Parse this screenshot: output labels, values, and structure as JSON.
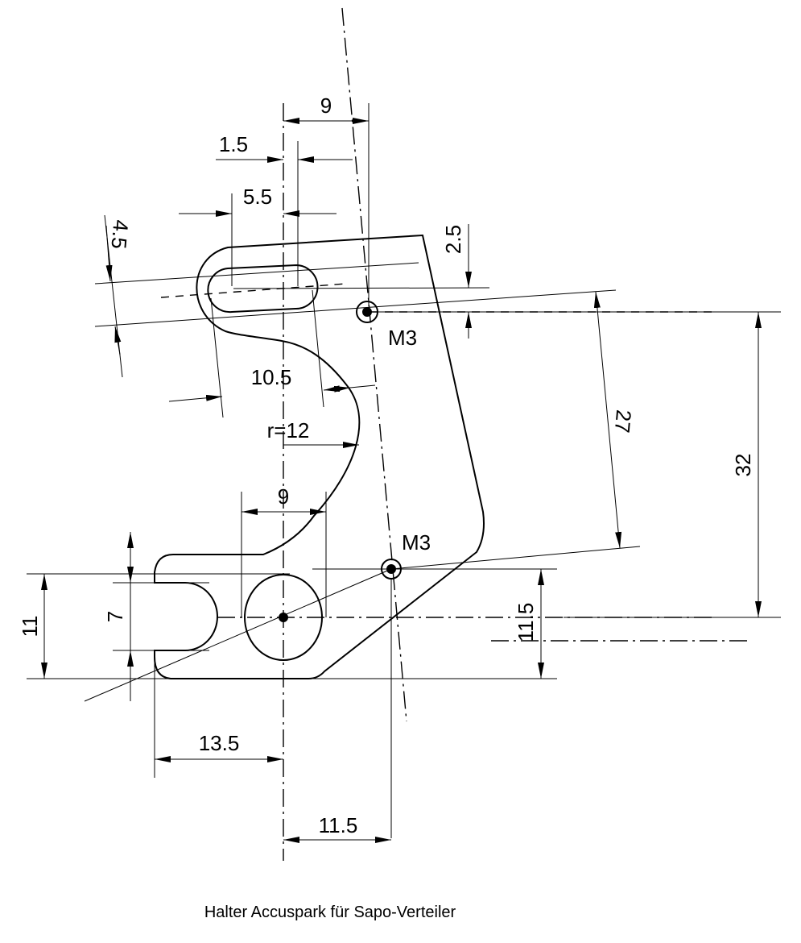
{
  "drawing": {
    "title": "Halter Accuspark für Sapo-Verteiler",
    "dimensions": {
      "top_9": "9",
      "d_1_5": "1.5",
      "d_5_5": "5.5",
      "d_4_5": "4.5",
      "d_2_5": "2.5",
      "d_10_5": "10.5",
      "radius": "r=12",
      "d_27": "27",
      "d_32": "32",
      "mid_9": "9",
      "d_7": "7",
      "d_11": "11",
      "right_11_5": "11.5",
      "d_13_5": "13.5",
      "bottom_11_5": "11.5"
    },
    "holes": {
      "upper_label": "M3",
      "lower_label": "M3"
    }
  }
}
